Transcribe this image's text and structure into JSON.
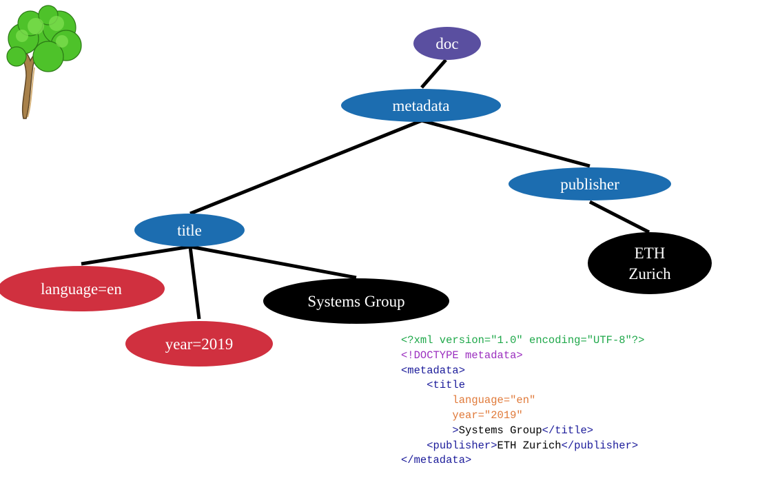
{
  "tree": {
    "nodes": [
      {
        "id": "doc",
        "label": [
          "doc"
        ],
        "kind": "document"
      },
      {
        "id": "metadata",
        "label": [
          "metadata"
        ],
        "kind": "element"
      },
      {
        "id": "publisher",
        "label": [
          "publisher"
        ],
        "kind": "element"
      },
      {
        "id": "eth-zurich",
        "label": [
          "ETH",
          "Zurich"
        ],
        "kind": "text"
      },
      {
        "id": "title",
        "label": [
          "title"
        ],
        "kind": "element"
      },
      {
        "id": "language",
        "label": [
          "language=en"
        ],
        "kind": "attribute"
      },
      {
        "id": "year",
        "label": [
          "year=2019"
        ],
        "kind": "attribute"
      },
      {
        "id": "systems-group",
        "label": [
          "Systems Group"
        ],
        "kind": "text"
      }
    ],
    "edges": [
      [
        "doc",
        "metadata"
      ],
      [
        "metadata",
        "title"
      ],
      [
        "metadata",
        "publisher"
      ],
      [
        "publisher",
        "eth-zurich"
      ],
      [
        "title",
        "language"
      ],
      [
        "title",
        "year"
      ],
      [
        "title",
        "systems-group"
      ]
    ],
    "colors": {
      "document": "#5a4fa0",
      "element": "#1c6db0",
      "attribute": "#d0303f",
      "text": "#000000",
      "edge": "#000000"
    }
  },
  "xml": {
    "lines": [
      {
        "indent": 0,
        "parts": [
          {
            "t": "<?xml version=\"1.0\" encoding=\"UTF-8\"?>",
            "c": "green"
          }
        ]
      },
      {
        "indent": 0,
        "parts": [
          {
            "t": "<!DOCTYPE metadata>",
            "c": "purple"
          }
        ]
      },
      {
        "indent": 0,
        "parts": [
          {
            "t": "<metadata>",
            "c": "blue"
          }
        ]
      },
      {
        "indent": 1,
        "parts": [
          {
            "t": "<title",
            "c": "blue"
          }
        ]
      },
      {
        "indent": 2,
        "parts": [
          {
            "t": "language=\"en\"",
            "c": "orange"
          }
        ]
      },
      {
        "indent": 2,
        "parts": [
          {
            "t": "year=\"2019\"",
            "c": "orange"
          }
        ]
      },
      {
        "indent": 2,
        "parts": [
          {
            "t": ">",
            "c": "blue"
          },
          {
            "t": "Systems Group",
            "c": "black"
          },
          {
            "t": "</title>",
            "c": "blue"
          }
        ]
      },
      {
        "indent": 1,
        "parts": [
          {
            "t": "<publisher>",
            "c": "blue"
          },
          {
            "t": "ETH Zurich",
            "c": "black"
          },
          {
            "t": "</publisher>",
            "c": "blue"
          }
        ]
      },
      {
        "indent": 0,
        "parts": [
          {
            "t": "</metadata>",
            "c": "blue"
          }
        ]
      }
    ]
  },
  "logo": {
    "icon": "tree-icon"
  }
}
